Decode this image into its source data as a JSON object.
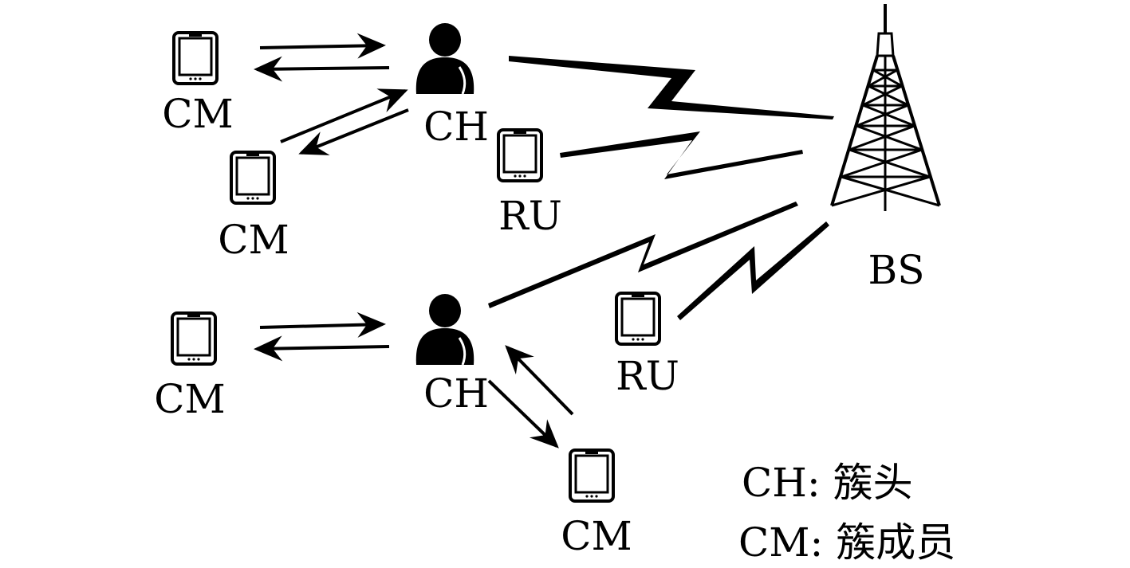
{
  "nodes": {
    "cm_top_left": "CM",
    "cm_mid_left": "CM",
    "ch_top": "CH",
    "ru_top": "RU",
    "bs": "BS",
    "cm_bottom_left": "CM",
    "ch_bottom": "CH",
    "ru_bottom": "RU",
    "cm_bottom": "CM"
  },
  "legend": {
    "ch": "CH: 簇头",
    "cm": "CM: 簇成员"
  },
  "icons": {
    "device": "tablet-icon",
    "cluster_head": "person-icon",
    "base_station": "tower-icon"
  },
  "colors": {
    "ink": "#000000",
    "background": "#ffffff"
  }
}
